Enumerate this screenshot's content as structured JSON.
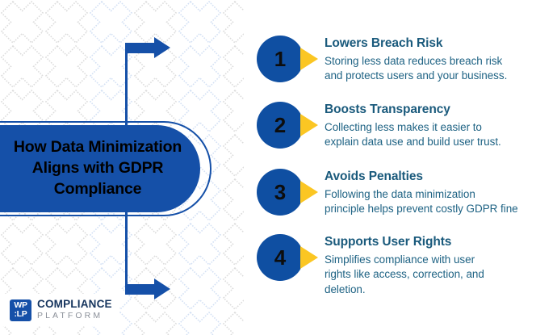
{
  "colors": {
    "brand_blue": "#1550A8",
    "badge_blue": "#0F4FA2",
    "accent_yellow": "#FBC623",
    "heading_teal": "#1A5A7C",
    "body_teal": "#1F6384",
    "logo_navy": "#16355E",
    "logo_gray": "#8B9099",
    "pattern_gray": "#DCDCDC",
    "pattern_blue": "#D6E2F5",
    "background": "#FFFFFF"
  },
  "title": {
    "text": "How Data Minimization Aligns with GDPR Compliance"
  },
  "logo": {
    "mark_line_1": "WP",
    "mark_line_2": ":LP",
    "word_1": "COMPLIANCE",
    "word_2": "PLATFORM"
  },
  "items": [
    {
      "number": "1",
      "title": "Lowers Breach Risk",
      "body": "Storing less data reduces breach risk\nand protects users and your business."
    },
    {
      "number": "2",
      "title": "Boosts Transparency",
      "body": "Collecting less makes it easier to\nexplain data use and build user trust."
    },
    {
      "number": "3",
      "title": "Avoids Penalties",
      "body": "Following the data minimization\nprinciple helps prevent costly GDPR fine"
    },
    {
      "number": "4",
      "title": "Supports User Rights",
      "body": "Simplifies compliance with user\nrights like access, correction, and\ndeletion."
    }
  ]
}
